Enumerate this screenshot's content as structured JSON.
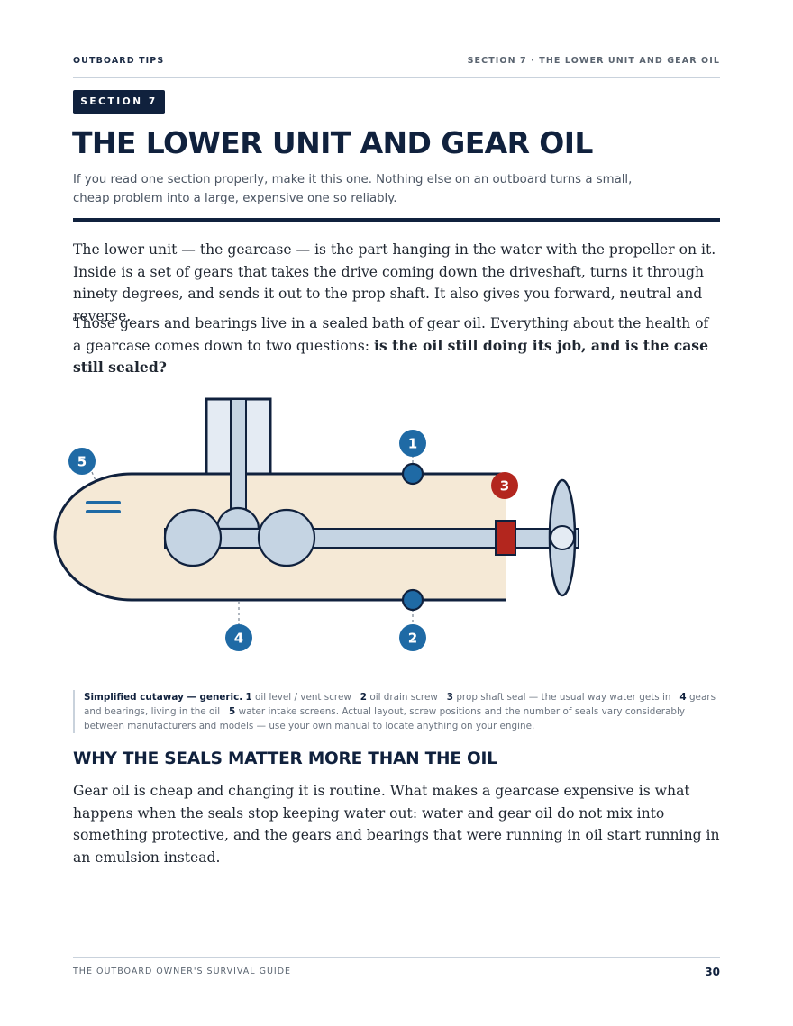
{
  "running_head": {
    "left": "OUTBOARD TIPS",
    "right": "SECTION 7 · THE LOWER UNIT AND GEAR OIL"
  },
  "section_badge": "SECTION 7",
  "title": "THE LOWER UNIT AND GEAR OIL",
  "deck": "If you read one section properly, make it this one. Nothing else on an outboard turns a small, cheap problem into a large, expensive one so reliably.",
  "body": {
    "p1": "The lower unit — the gearcase — is the part hanging in the water with the propeller on it. Inside is a set of gears that takes the drive coming down the driveshaft, turns it through ninety degrees, and sends it out to the prop shaft. It also gives you forward, neutral and reverse.",
    "p2_lead": "Those gears and bearings live in a sealed bath of gear oil. Everything about the health of a gearcase comes down to two questions: ",
    "p2_bold": "is the oil still doing its job, and is the case still sealed?",
    "p3": "Gear oil is cheap and changing it is routine. What makes a gearcase expensive is what happens when the seals stop keeping water out: water and gear oil do not mix into something protective, and the gears and bearings that were running in oil start running in an emulsion instead."
  },
  "figure": {
    "callouts": [
      {
        "number": "1",
        "label": "oil level / vent screw",
        "color": "#1f6aa5"
      },
      {
        "number": "2",
        "label": "oil drain screw",
        "color": "#1f6aa5"
      },
      {
        "number": "3",
        "label": "prop shaft seal — the usual way water gets in",
        "color": "#b3261e"
      },
      {
        "number": "4",
        "label": "gears and bearings, living in the oil",
        "color": "#1f6aa5"
      },
      {
        "number": "5",
        "label": "water intake screens",
        "color": "#1f6aa5"
      }
    ],
    "colors": {
      "housing_fill": "#f5e9d6",
      "outline": "#10213d",
      "metal": "#c5d4e3",
      "seal": "#b3261e",
      "marker": "#1f6aa5"
    }
  },
  "caption": {
    "lead": "Simplified cutaway — generic.",
    "n1": "1",
    "t1": "oil level / vent screw",
    "n2": "2",
    "t2": "oil drain screw",
    "n3": "3",
    "t3": "prop shaft seal — the usual way water gets in",
    "n4": "4",
    "t4": "gears and bearings, living in the oil",
    "n5": "5",
    "t5": "water intake screens.",
    "tail": "Actual layout, screw positions and the number of seals vary considerably between manufacturers and models — use your own manual to locate anything on your engine."
  },
  "subhead": "WHY THE SEALS MATTER MORE THAN THE OIL",
  "footer": {
    "left": "THE OUTBOARD OWNER'S SURVIVAL GUIDE",
    "page_number": "30"
  }
}
